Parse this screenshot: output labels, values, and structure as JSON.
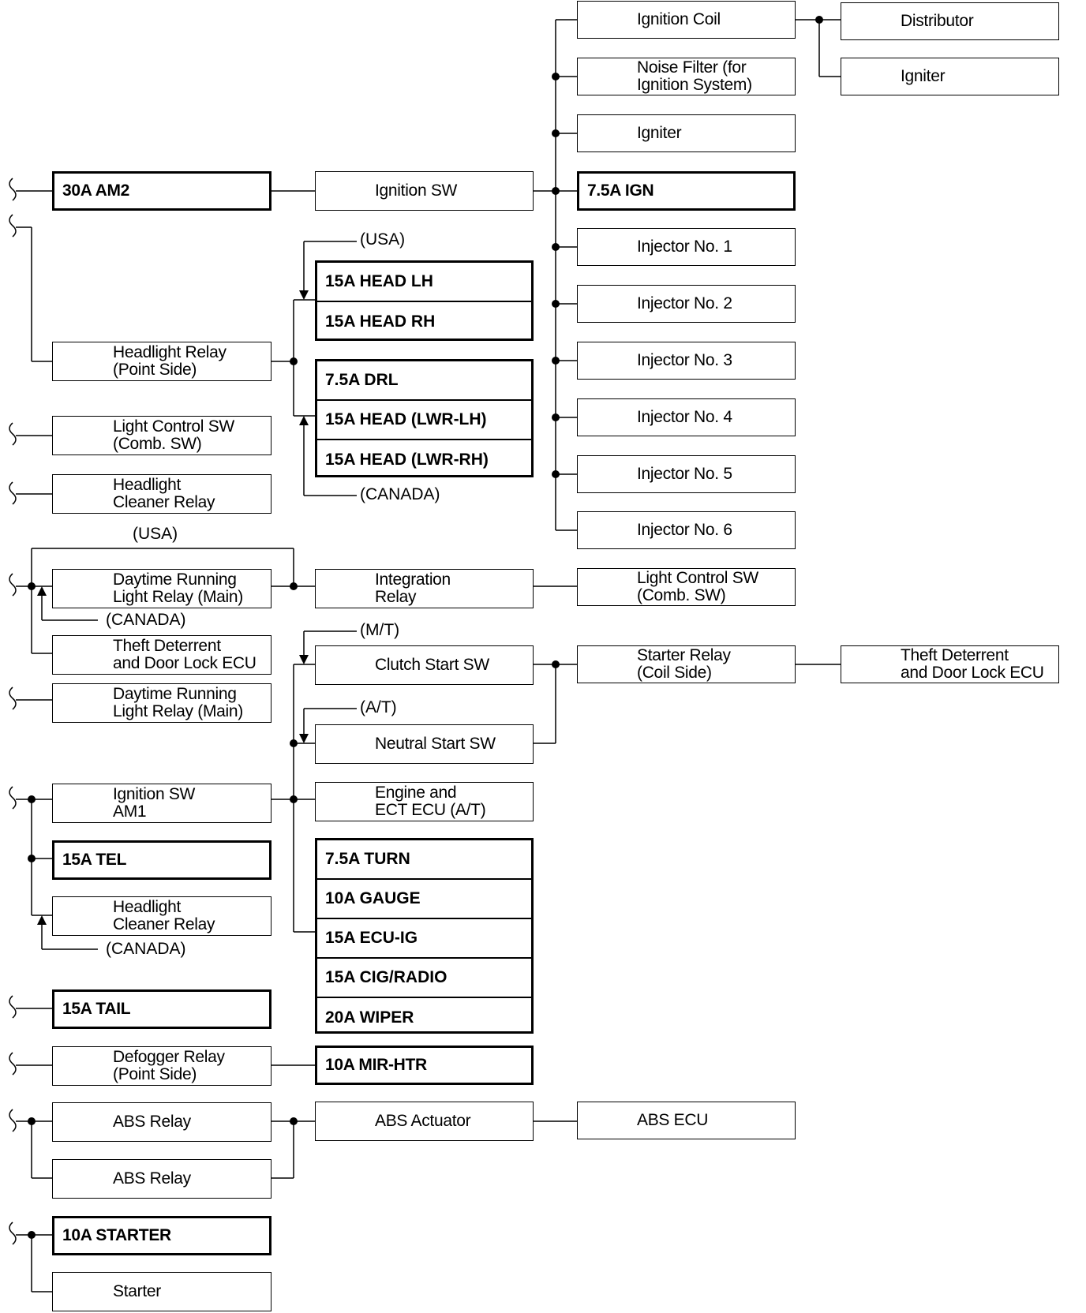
{
  "column1": {
    "am2": "30A AM2",
    "headlight_relay_point": "Headlight Relay\n(Point Side)",
    "light_control_sw_1": "Light Control SW\n(Comb. SW)",
    "headlight_cleaner_relay_1": "Headlight\nCleaner Relay",
    "drl_relay_main_1": "Daytime Running\nLight Relay (Main)",
    "theft_deterrent_ecu_1": "Theft Deterrent\nand Door Lock ECU",
    "drl_relay_main_2": "Daytime Running\nLight Relay (Main)",
    "ignition_sw_am1": "Ignition SW\nAM1",
    "tel": "15A TEL",
    "headlight_cleaner_relay_2": "Headlight\nCleaner Relay",
    "tail": "15A TAIL",
    "defogger_relay": "Defogger Relay\n(Point Side)",
    "abs_relay_1": "ABS Relay",
    "abs_relay_2": "ABS Relay",
    "starter_fuse": "10A STARTER",
    "starter": "Starter"
  },
  "column2": {
    "ignition_sw": "Ignition SW",
    "head_fuses": [
      "15A HEAD LH",
      "15A HEAD RH"
    ],
    "drl_fuses": [
      "7.5A DRL",
      "15A HEAD (LWR-LH)",
      "15A HEAD (LWR-RH)"
    ],
    "integration_relay": "Integration\nRelay",
    "clutch_start_sw": "Clutch Start SW",
    "neutral_start_sw": "Neutral Start SW",
    "engine_ecu": "Engine and\nECT ECU (A/T)",
    "ig_fuses": [
      "7.5A TURN",
      "10A GAUGE",
      "15A ECU-IG",
      "15A CIG/RADIO",
      "20A WIPER"
    ],
    "mir_htr": "10A MIR-HTR",
    "abs_actuator": "ABS Actuator"
  },
  "column3": {
    "ignition_coil": "Ignition Coil",
    "noise_filter": "Noise Filter (for\nIgnition System)",
    "igniter": "Igniter",
    "ign_fuse": "7.5A IGN",
    "injectors": [
      "Injector No. 1",
      "Injector No. 2",
      "Injector No. 3",
      "Injector No. 4",
      "Injector No. 5",
      "Injector No. 6"
    ],
    "light_control_sw_2": "Light Control SW\n(Comb. SW)",
    "starter_relay_coil": "Starter Relay\n(Coil Side)",
    "abs_ecu": "ABS ECU"
  },
  "column4": {
    "distributor": "Distributor",
    "igniter": "Igniter",
    "theft_deterrent_ecu_2": "Theft Deterrent\nand Door Lock ECU"
  },
  "labels": {
    "usa_head": "(USA)",
    "canada_head": "(CANADA)",
    "usa_drl": "(USA)",
    "canada_drl": "(CANADA)",
    "mt": "(M/T)",
    "at": "(A/T)",
    "canada_cleaner": "(CANADA)"
  }
}
